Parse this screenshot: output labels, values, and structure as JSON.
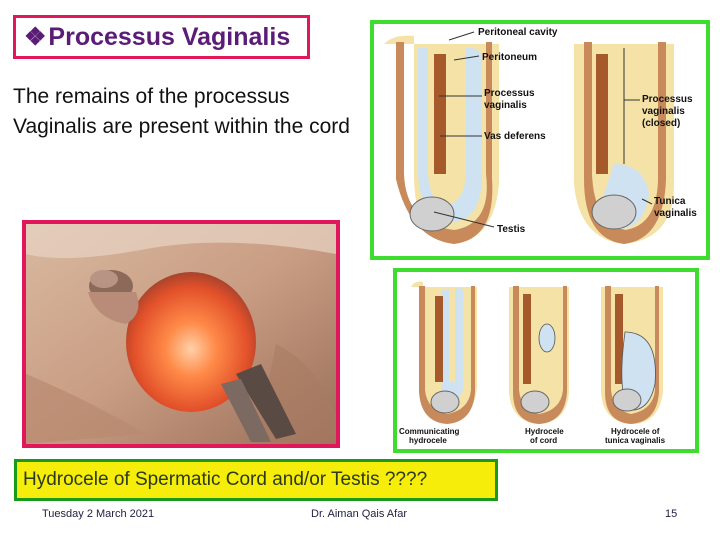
{
  "slide": {
    "title": "Processus Vaginalis",
    "bullet_glyph": "❖",
    "body": "The remains of the processus Vaginalis are present within the cord",
    "caption": "Hydrocele of Spermatic Cord and/or Testis ????",
    "colors": {
      "title": "#5b1c78",
      "frame_pink": "#e0185a",
      "frame_green": "#3ddc2e",
      "caption_bg": "#f6ed0a"
    }
  },
  "diagram_top": {
    "labels": {
      "peritoneal_cavity": "Peritoneal cavity",
      "peritoneum": "Peritoneum",
      "processus_vaginalis_1": "Processus",
      "processus_vaginalis_2": "vaginalis",
      "vas_deferens": "Vas deferens",
      "pv_closed_1": "Processus",
      "pv_closed_2": "vaginalis",
      "pv_closed_3": "(closed)",
      "tunica_1": "Tunica",
      "tunica_2": "vaginalis",
      "testis": "Testis"
    }
  },
  "diagram_bottom": {
    "labels": {
      "communicating_1": "Communicating",
      "communicating_2": "hydrocele",
      "cord_1": "Hydrocele",
      "cord_2": "of cord",
      "tunica_1": "Hydrocele of",
      "tunica_2": "tunica vaginalis"
    }
  },
  "footer": {
    "date": "Tuesday 2 March 2021",
    "author": "Dr. Aiman Qais Afar",
    "page": "15"
  }
}
